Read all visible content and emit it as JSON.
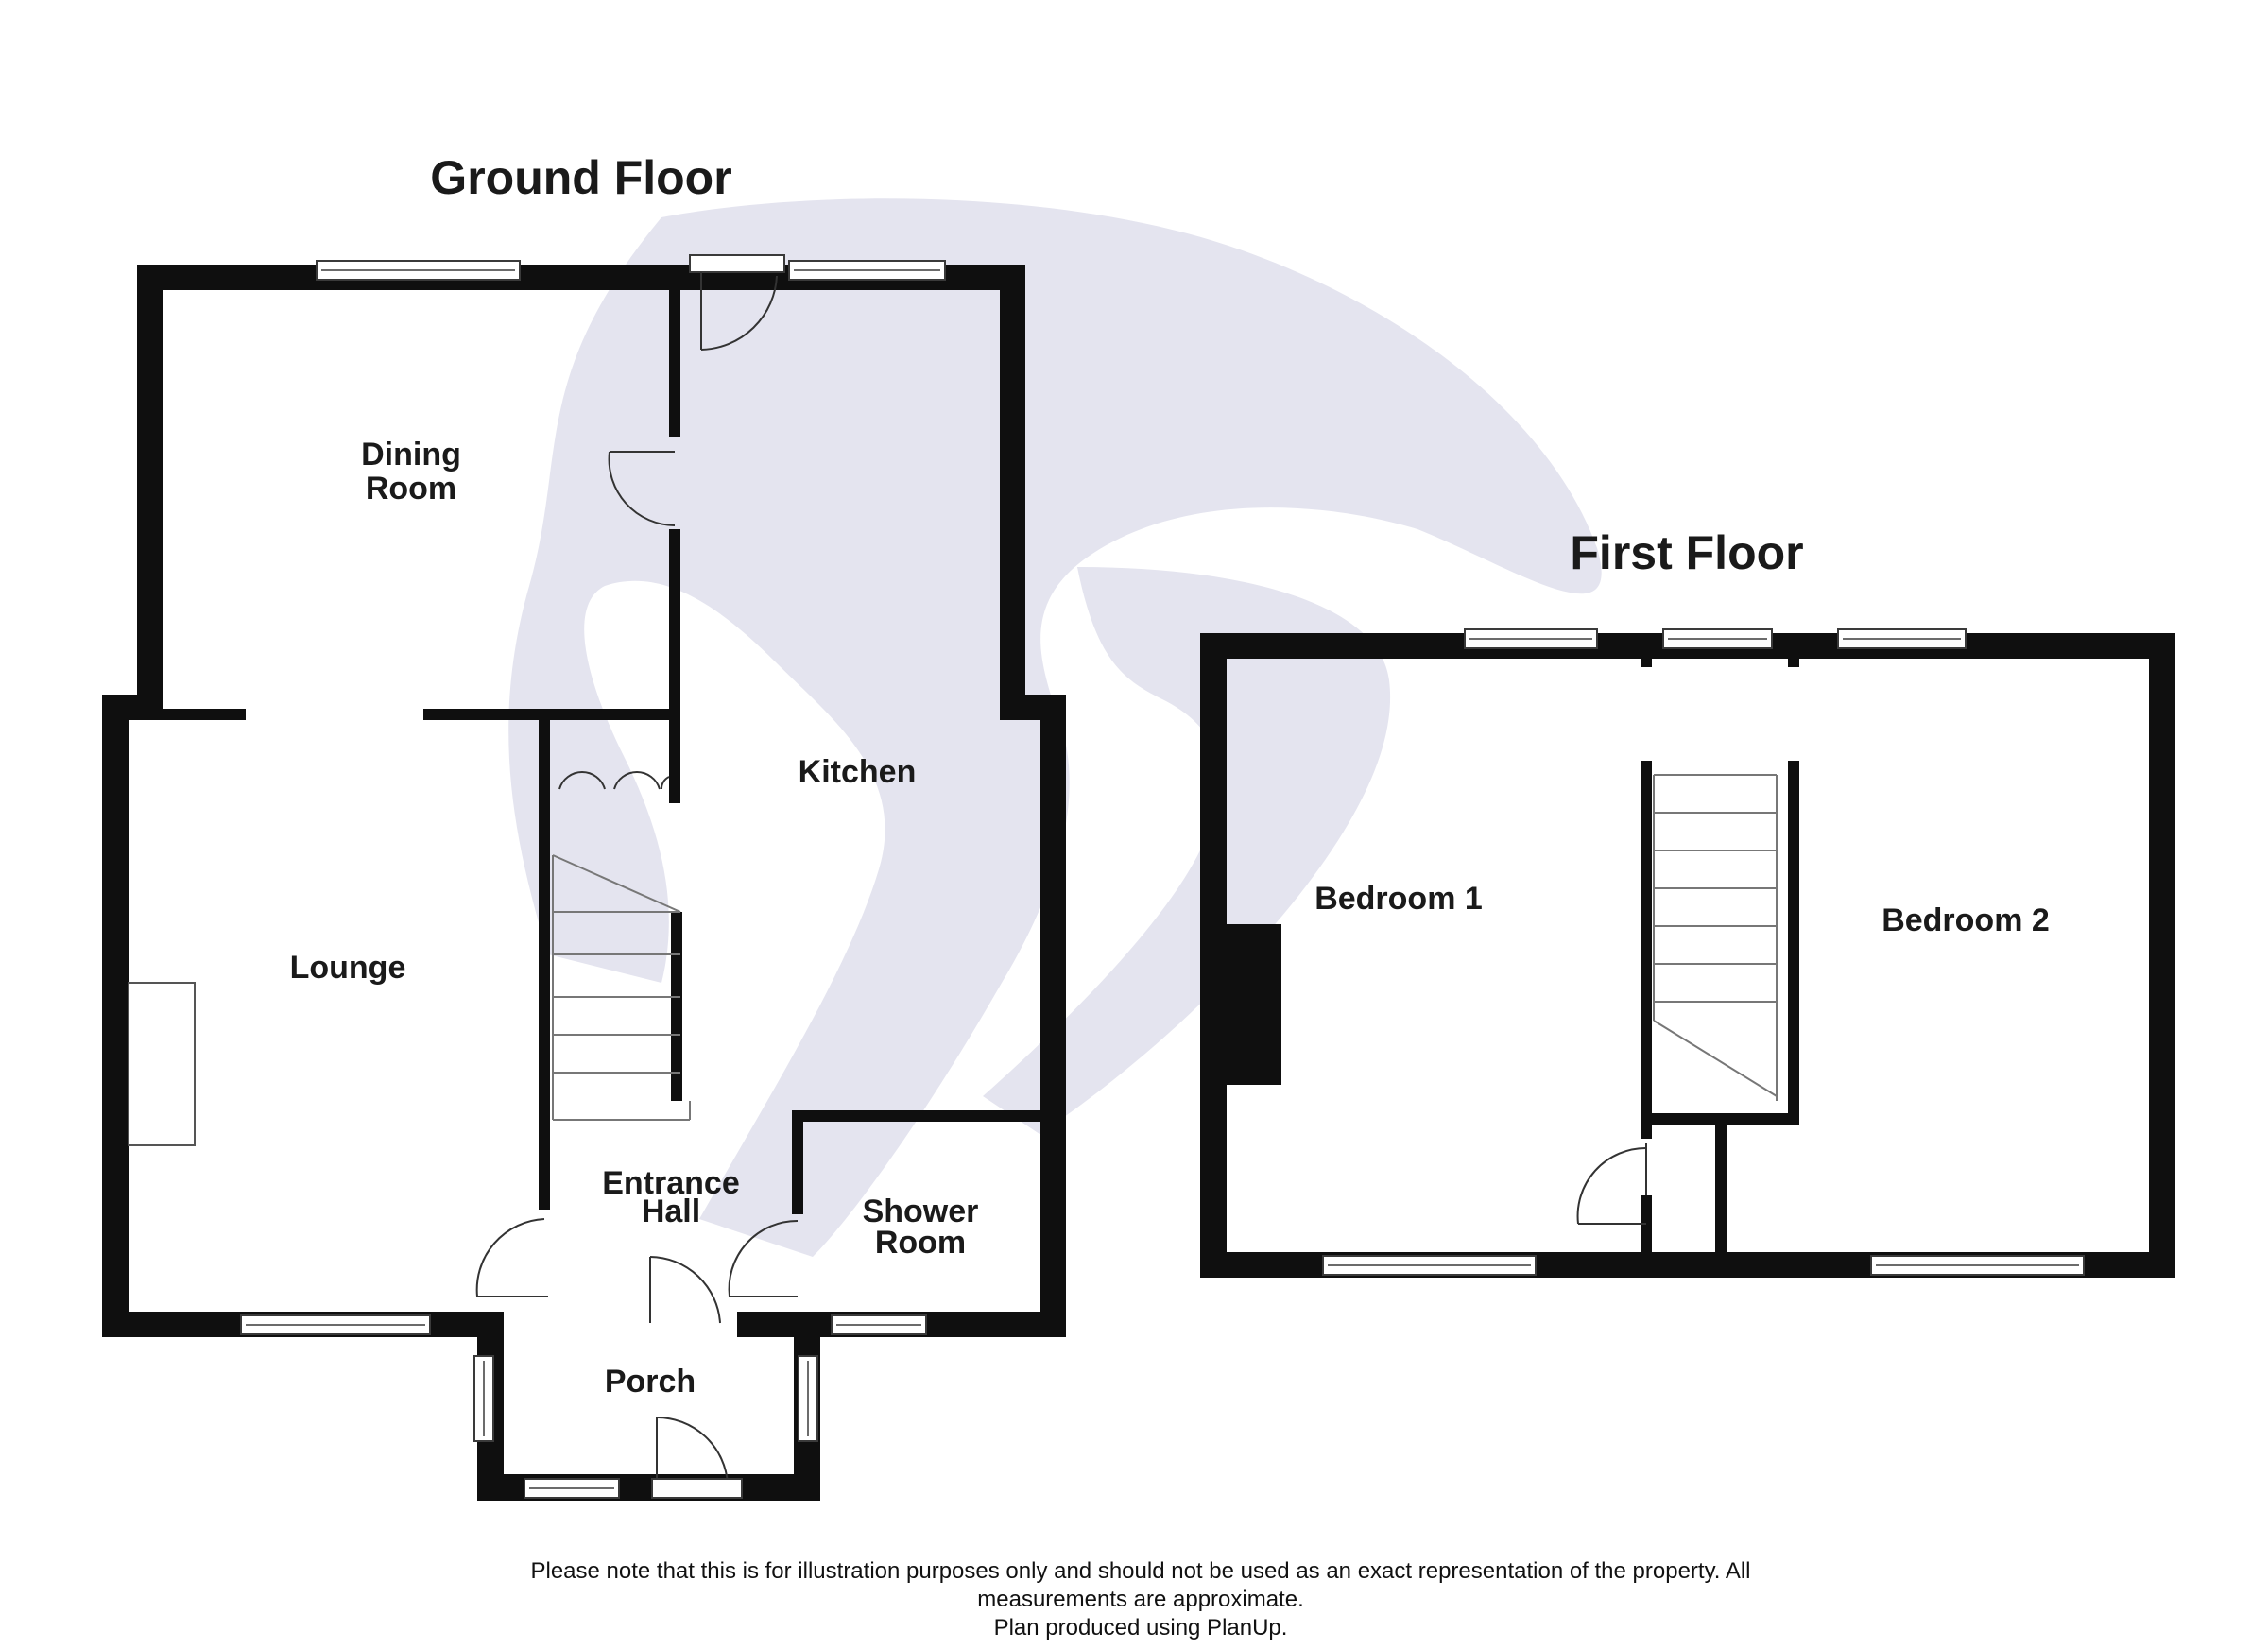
{
  "floors": {
    "ground": {
      "title": "Ground Floor",
      "rooms": {
        "dining_line1": "Dining",
        "dining_line2": "Room",
        "kitchen": "Kitchen",
        "lounge": "Lounge",
        "hall_line1": "Entrance",
        "hall_line2": "Hall",
        "shower_line1": "Shower",
        "shower_line2": "Room",
        "porch": "Porch"
      }
    },
    "first": {
      "title": "First Floor",
      "rooms": {
        "bedroom1": "Bedroom 1",
        "bedroom2": "Bedroom 2"
      }
    }
  },
  "disclaimer": {
    "line1": "Please note that this is for illustration purposes only and should not be used as an exact representation of the property. All",
    "line2": "measurements are approximate.",
    "line3": "Plan produced using PlanUp."
  },
  "colors": {
    "wall": "#0f0f0f",
    "watermark": "#e4e4ef",
    "background": "#ffffff"
  },
  "watermark": "agent-logo"
}
